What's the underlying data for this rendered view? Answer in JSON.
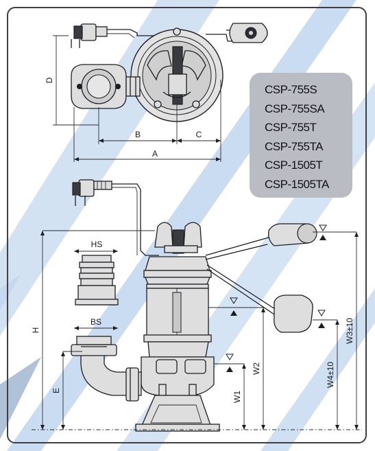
{
  "models": [
    "CSP-755S",
    "CSP-755SA",
    "CSP-755T",
    "CSP-755TA",
    "CSP-1505T",
    "CSP-1505TA"
  ],
  "labels": {
    "a": "A",
    "b": "B",
    "c": "C",
    "d": "D",
    "e": "E",
    "h": "H",
    "hs": "HS",
    "bs": "BS",
    "w1": "W1",
    "w2": "W2",
    "w3": "W3±10",
    "w4": "W4±10"
  },
  "colors": {
    "frame": "#3d3f45",
    "stripe": "#d3e2f3",
    "model_box": "#b9bcc2",
    "line": "#1d1e23"
  }
}
